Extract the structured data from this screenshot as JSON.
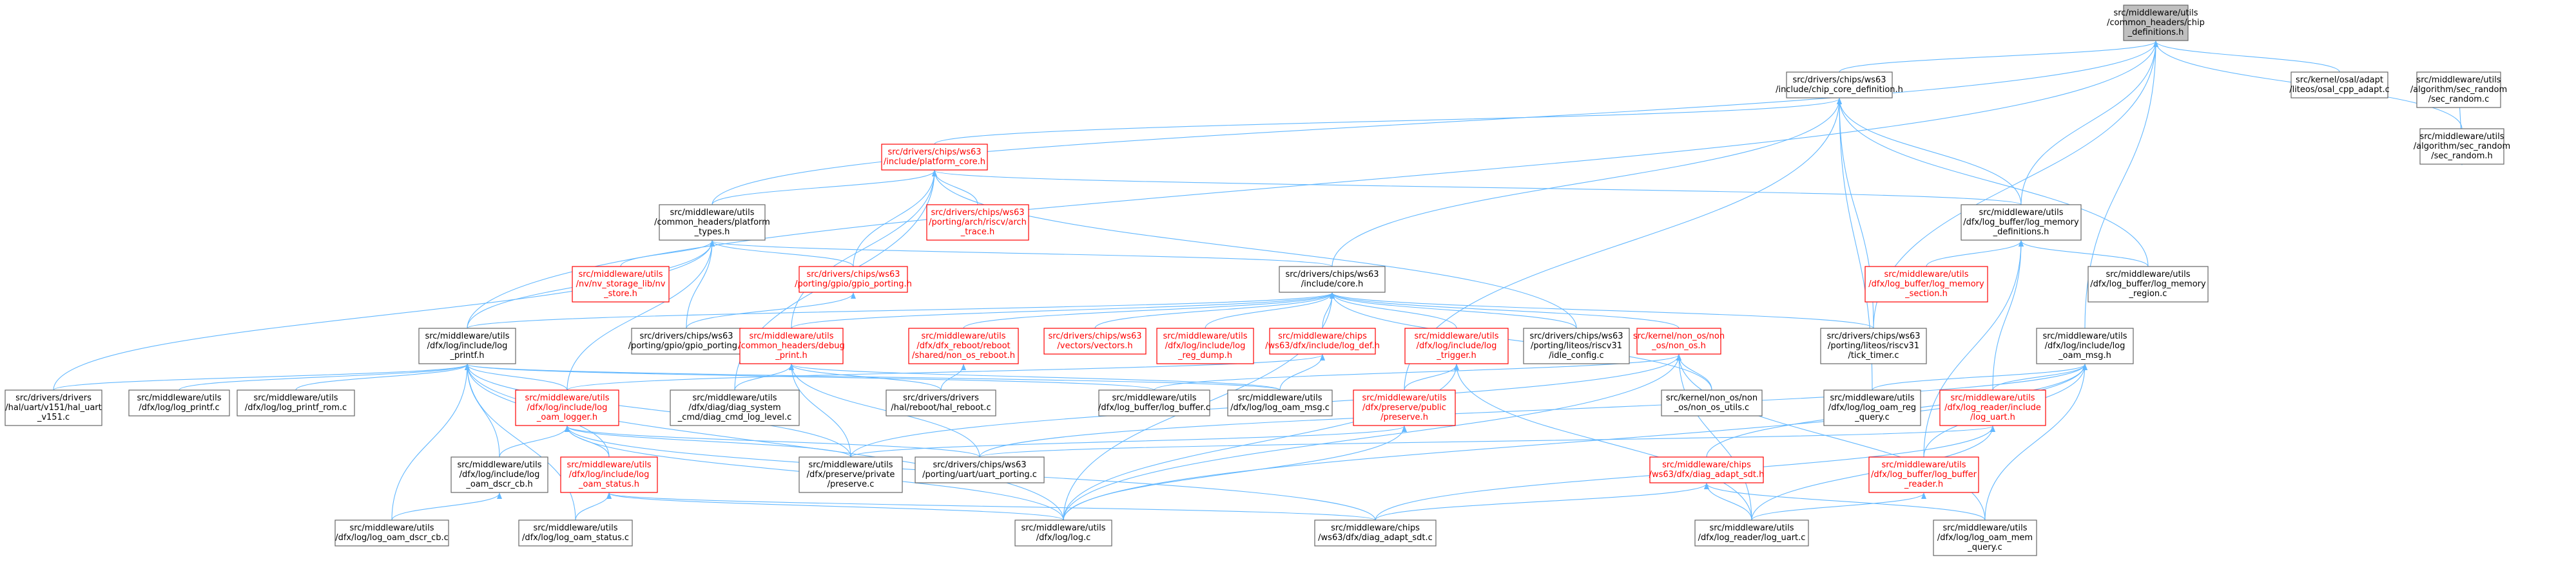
{
  "colors": {
    "root_fill": "#bfbfbf",
    "node_border": "#666666",
    "highlight_border": "#ff0000",
    "highlight_text": "#ff0000",
    "edge": "#63b8ff"
  },
  "nodes": [
    {
      "id": "root",
      "lines": [
        "src/middleware/utils",
        "/common_headers/chip",
        "_definitions.h"
      ],
      "root": true
    },
    {
      "id": "chip_core",
      "lines": [
        "src/drivers/chips/ws63",
        "/include/chip_core_definition.h"
      ]
    },
    {
      "id": "osal_cpp",
      "lines": [
        "src/kernel/osal/adapt",
        "/liteos/osal_cpp_adapt.c"
      ]
    },
    {
      "id": "sec_random_c",
      "lines": [
        "src/middleware/utils",
        "/algorithm/sec_random",
        "/sec_random.c"
      ]
    },
    {
      "id": "sec_random_h",
      "lines": [
        "src/middleware/utils",
        "/algorithm/sec_random",
        "/sec_random.h"
      ]
    },
    {
      "id": "platform_core",
      "lines": [
        "src/drivers/chips/ws63",
        "/include/platform_core.h"
      ],
      "hl": true
    },
    {
      "id": "arch_trace",
      "lines": [
        "src/drivers/chips/ws63",
        "/porting/arch/riscv/arch",
        "_trace.h"
      ],
      "hl": true
    },
    {
      "id": "platform_types",
      "lines": [
        "src/middleware/utils",
        "/common_headers/platform",
        "_types.h"
      ]
    },
    {
      "id": "nv_storage",
      "lines": [
        "src/middleware/utils",
        "/nv/nv_storage_lib/nv",
        "_store.h"
      ],
      "hl": true
    },
    {
      "id": "gpio_porting_h",
      "lines": [
        "src/drivers/chips/ws63",
        "/porting/gpio/gpio_porting.h"
      ],
      "hl": true
    },
    {
      "id": "log_buffer_memory",
      "lines": [
        "src/middleware/utils",
        "/dfx/log_buffer/log_memory",
        "_definitions.h"
      ]
    },
    {
      "id": "log_memory_section",
      "lines": [
        "src/middleware/utils",
        "/dfx/log_buffer/log_memory",
        "_section.h"
      ],
      "hl": true
    },
    {
      "id": "log_memory_region",
      "lines": [
        "src/middleware/utils",
        "/dfx/log_buffer/log_memory",
        "_region.c"
      ]
    },
    {
      "id": "core_h",
      "lines": [
        "src/drivers/chips/ws63",
        "/include/core.h"
      ]
    },
    {
      "id": "log_printf_h",
      "lines": [
        "src/middleware/utils",
        "/dfx/log/include/log",
        "_printf.h"
      ]
    },
    {
      "id": "gpio_porting_c",
      "lines": [
        "src/drivers/chips/ws63",
        "/porting/gpio/gpio_porting.c"
      ]
    },
    {
      "id": "debug_print",
      "lines": [
        "src/middleware/utils",
        "/common_headers/debug",
        "_print.h"
      ],
      "hl": true
    },
    {
      "id": "dfx_reboot",
      "lines": [
        "src/middleware/utils",
        "/dfx/dfx_reboot/reboot",
        "/shared/non_os_reboot.h"
      ],
      "hl": true
    },
    {
      "id": "vectors",
      "lines": [
        "src/drivers/chips/ws63",
        "/vectors/vectors.h"
      ],
      "hl": true
    },
    {
      "id": "reg_dump",
      "lines": [
        "src/middleware/utils",
        "/dfx/log/include/log",
        "_reg_dump.h"
      ],
      "hl": true
    },
    {
      "id": "log_def",
      "lines": [
        "src/middleware/chips",
        "/ws63/dfx/include/log_def.h"
      ],
      "hl": true
    },
    {
      "id": "log_trigger",
      "lines": [
        "src/middleware/utils",
        "/dfx/log/include/log",
        "_trigger.h"
      ],
      "hl": true
    },
    {
      "id": "idle_config",
      "lines": [
        "src/drivers/chips/ws63",
        "/porting/liteos/riscv31",
        "/idle_config.c"
      ]
    },
    {
      "id": "non_os_h",
      "lines": [
        "src/kernel/non_os/non",
        "_os/non_os.h"
      ],
      "hl": true
    },
    {
      "id": "tick_timer",
      "lines": [
        "src/drivers/chips/ws63",
        "/porting/liteos/riscv31",
        "/tick_timer.c"
      ]
    },
    {
      "id": "log_oam_msg_h",
      "lines": [
        "src/middleware/utils",
        "/dfx/log/include/log",
        "_oam_msg.h"
      ]
    },
    {
      "id": "hal_uart",
      "lines": [
        "src/drivers/drivers",
        "/hal/uart/v151/hal_uart",
        "_v151.c"
      ]
    },
    {
      "id": "log_printf_c",
      "lines": [
        "src/middleware/utils",
        "/dfx/log/log_printf.c"
      ]
    },
    {
      "id": "log_printf_rom",
      "lines": [
        "src/middleware/utils",
        "/dfx/log/log_printf_rom.c"
      ]
    },
    {
      "id": "oam_logger",
      "lines": [
        "src/middleware/utils",
        "/dfx/log/include/log",
        "_oam_logger.h"
      ],
      "hl": true
    },
    {
      "id": "diag_cmd_log",
      "lines": [
        "src/middleware/utils",
        "/dfx/diag/diag_system",
        "_cmd/diag_cmd_log_level.c"
      ]
    },
    {
      "id": "hal_reboot",
      "lines": [
        "src/drivers/drivers",
        "/hal/reboot/hal_reboot.c"
      ]
    },
    {
      "id": "log_buffer_c",
      "lines": [
        "src/middleware/utils",
        "/dfx/log_buffer/log_buffer.c"
      ]
    },
    {
      "id": "log_oam_msg_c",
      "lines": [
        "src/middleware/utils",
        "/dfx/log/log_oam_msg.c"
      ]
    },
    {
      "id": "preserve_public",
      "lines": [
        "src/middleware/utils",
        "/dfx/preserve/public",
        "/preserve.h"
      ],
      "hl": true
    },
    {
      "id": "non_os_utils",
      "lines": [
        "src/kernel/non_os/non",
        "_os/non_os_utils.c"
      ]
    },
    {
      "id": "log_oam_reg_query",
      "lines": [
        "src/middleware/utils",
        "/dfx/log/log_oam_reg",
        "_query.c"
      ]
    },
    {
      "id": "log_reader_uart_h",
      "lines": [
        "src/middleware/utils",
        "/dfx/log_reader/include",
        "/log_uart.h"
      ],
      "hl": true
    },
    {
      "id": "log_oam_dscr_cb_h",
      "lines": [
        "src/middleware/utils",
        "/dfx/log/include/log",
        "_oam_dscr_cb.h"
      ]
    },
    {
      "id": "log_oam_status_h",
      "lines": [
        "src/middleware/utils",
        "/dfx/log/include/log",
        "_oam_status.h"
      ],
      "hl": true
    },
    {
      "id": "preserve_c",
      "lines": [
        "src/middleware/utils",
        "/dfx/preserve/private",
        "/preserve.c"
      ]
    },
    {
      "id": "uart_porting",
      "lines": [
        "src/drivers/chips/ws63",
        "/porting/uart/uart_porting.c"
      ]
    },
    {
      "id": "diag_adapt_sdt_h",
      "lines": [
        "src/middleware/chips",
        "/ws63/dfx/diag_adapt_sdt.h"
      ],
      "hl": true
    },
    {
      "id": "log_buffer_reader",
      "lines": [
        "src/middleware/utils",
        "/dfx/log_buffer/log_buffer",
        "_reader.h"
      ],
      "hl": true
    },
    {
      "id": "log_oam_dscr_cb_c",
      "lines": [
        "src/middleware/utils",
        "/dfx/log/log_oam_dscr_cb.c"
      ]
    },
    {
      "id": "log_oam_status_c",
      "lines": [
        "src/middleware/utils",
        "/dfx/log/log_oam_status.c"
      ]
    },
    {
      "id": "log_c",
      "lines": [
        "src/middleware/utils",
        "/dfx/log/log.c"
      ]
    },
    {
      "id": "diag_adapt_sdt_c",
      "lines": [
        "src/middleware/chips",
        "/ws63/dfx/diag_adapt_sdt.c"
      ]
    },
    {
      "id": "log_uart_c",
      "lines": [
        "src/middleware/utils",
        "/dfx/log_reader/log_uart.c"
      ]
    },
    {
      "id": "log_oam_mem_query",
      "lines": [
        "src/middleware/utils",
        "/dfx/log/log_oam_mem",
        "_query.c"
      ]
    }
  ]
}
